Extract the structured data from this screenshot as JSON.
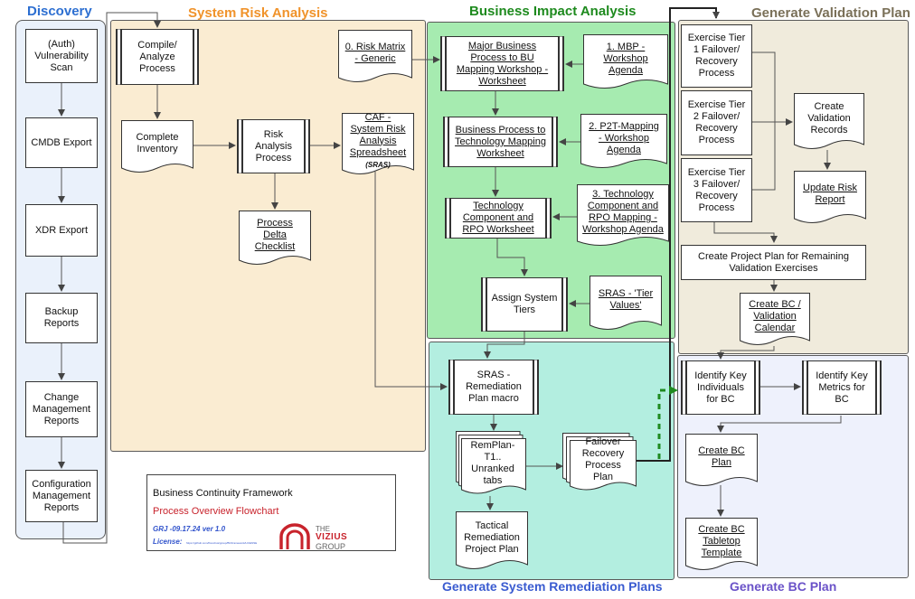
{
  "lanes": {
    "discovery": {
      "title": "Discovery",
      "color": "#2d6fd1",
      "fill": "#eaf1fb"
    },
    "risk": {
      "title": "System Risk Analysis",
      "color": "#f0932b",
      "fill": "#faecd2"
    },
    "bia": {
      "title": "Business Impact Analysis",
      "color": "#1e8a1e",
      "fill": "#a6ebb0"
    },
    "validation": {
      "title": "Generate Validation Plan",
      "color": "#7a7058",
      "fill": "#f0ebdc"
    },
    "remediation": {
      "title": "Generate System Remediation Plans",
      "color": "#3a5bd0",
      "fill": "#b3eee0"
    },
    "bcplan": {
      "title": "Generate BC Plan",
      "color": "#6a52c8",
      "fill": "#eef1fc"
    }
  },
  "nodes": {
    "auth_vuln_scan": "(Auth) Vulnerability Scan",
    "cmdb_export": "CMDB Export",
    "xdr_export": "XDR Export",
    "backup_reports": "Backup Reports",
    "change_mgmt_reports": "Change Management Reports",
    "config_mgmt_reports": "Configuration Management Reports",
    "compile_analyze": "Compile/ Analyze Process",
    "complete_inventory": "Complete Inventory",
    "risk_analysis_process": "Risk Analysis Process",
    "process_delta_checklist": "Process Delta Checklist",
    "risk_matrix": "0. Risk Matrix - Generic",
    "caf_sras": "CAF - System Risk Analysis Spreadsheet",
    "caf_sras_sub": "(SRAS)",
    "major_bp_mapping": "Major Business Process to BU Mapping Workshop - Worksheet",
    "mbp_agenda": "1. MBP - Workshop Agenda",
    "bp_tech_mapping": "Business Process to Technology Mapping Worksheet",
    "p2t_agenda": "2. P2T-Mapping - Workshop Agenda",
    "tech_rpo_worksheet": "Technology Component and RPO Worksheet",
    "tech_rpo_agenda": "3. Technology Component and RPO Mapping - Workshop Agenda",
    "assign_tiers": "Assign System Tiers",
    "sras_tier_values": "SRAS - 'Tier Values'",
    "exercise_t1": "Exercise Tier 1 Failover/ Recovery Process",
    "exercise_t2": "Exercise Tier 2 Failover/ Recovery Process",
    "exercise_t3": "Exercise Tier 3 Failover/ Recovery Process",
    "create_validation_records": "Create Validation Records",
    "update_risk_report": "Update Risk Report",
    "create_project_plan": "Create Project Plan for Remaining Validation Exercises",
    "create_bc_calendar": "Create BC / Validation Calendar",
    "sras_remediation_macro": "SRAS - Remediation Plan macro",
    "remplan_tabs": "RemPlan-T1.. Unranked tabs",
    "failover_recovery_plan": "Failover Recovery Process Plan",
    "tactical_remediation_plan": "Tactical Remediation Project Plan",
    "identify_key_individuals": "Identify Key Individuals for BC",
    "identify_key_metrics": "Identify Key Metrics for BC",
    "create_bc_plan": "Create BC Plan",
    "create_bc_tabletop": "Create BC Tabletop Template"
  },
  "legend": {
    "title": "Business Continuity Framework",
    "subtitle": "Process Overview Flowchart",
    "version": "GRJ -09.17.24 ver 1.0",
    "license_label": "License:",
    "license_text": "https://github.com/thevizius/group/BCFramework/LICENSE",
    "logo_the": "THE",
    "logo_vizius": "VIZIUS",
    "logo_group": "GROUP",
    "logo_color": "#c8232c"
  }
}
